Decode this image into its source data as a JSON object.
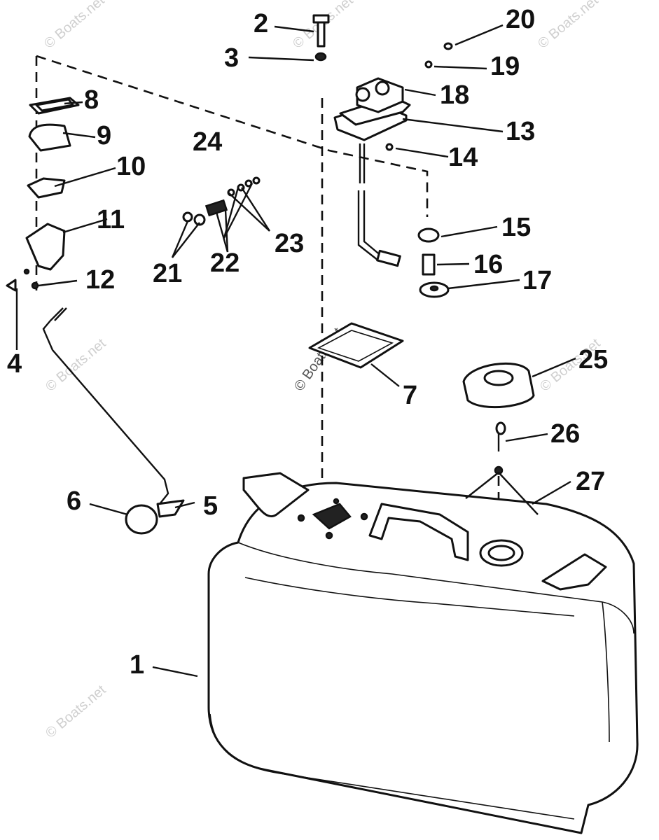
{
  "diagram": {
    "watermark_text": "© Boats.net",
    "callouts": [
      "1",
      "2",
      "3",
      "4",
      "5",
      "6",
      "7",
      "8",
      "9",
      "10",
      "11",
      "12",
      "13",
      "14",
      "15",
      "16",
      "17",
      "18",
      "19",
      "20",
      "21",
      "22",
      "23",
      "24",
      "25",
      "26",
      "27"
    ],
    "parts": [
      "fuel-tank",
      "screw",
      "washer",
      "screw",
      "clip",
      "float",
      "gasket",
      "bracket",
      "cover",
      "retainer",
      "clamp",
      "screw",
      "fuel-gauge-plate",
      "ball",
      "cap",
      "spring",
      "grommet",
      "fuel-pickup-assembly",
      "ball",
      "pin",
      "ball",
      "spring",
      "washer",
      "screw",
      "filler-cap",
      "retainer-clip",
      "strap"
    ]
  }
}
